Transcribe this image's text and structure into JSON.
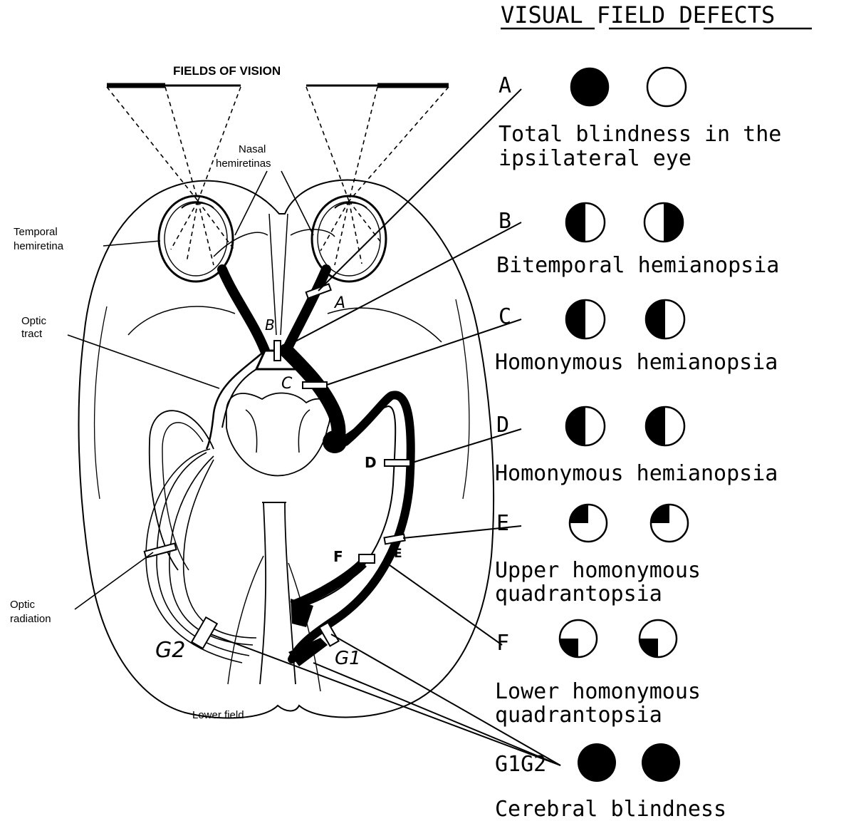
{
  "title": "VISUAL FIELD DEFECTS",
  "diagram": {
    "fields_of_vision": "FIELDS OF VISION",
    "nasal_hemiretinas": [
      "Nasal",
      "hemiretinas"
    ],
    "temporal_hemiretina": [
      "Temporal",
      "hemiretina"
    ],
    "optic_tract": [
      "Optic",
      "tract"
    ],
    "optic_radiation": [
      "Optic",
      "radiation"
    ],
    "lower_field": "Lower field",
    "lesion_letters": {
      "A": "A",
      "B": "B",
      "C": "C",
      "D": "D",
      "E": "E",
      "F": "F",
      "G1": "G1",
      "G2": "G2"
    }
  },
  "defects": [
    {
      "key": "A",
      "label": "A",
      "lines": [
        "Total blindness in the",
        "ipsilateral eye"
      ]
    },
    {
      "key": "B",
      "label": "B",
      "lines": [
        "Bitemporal hemianopsia"
      ]
    },
    {
      "key": "C",
      "label": "C",
      "lines": [
        "Homonymous hemianopsia"
      ]
    },
    {
      "key": "D",
      "label": "D",
      "lines": [
        "Homonymous hemianopsia"
      ]
    },
    {
      "key": "E",
      "label": "E",
      "lines": [
        "Upper homonymous",
        "quadrantopsia"
      ]
    },
    {
      "key": "F",
      "label": "F",
      "lines": [
        "Lower homonymous",
        "quadrantopsia"
      ]
    },
    {
      "key": "G",
      "label": "G1G2",
      "lines": [
        "Cerebral blindness"
      ]
    }
  ],
  "colors": {
    "ink": "#000000",
    "paper": "#ffffff"
  }
}
